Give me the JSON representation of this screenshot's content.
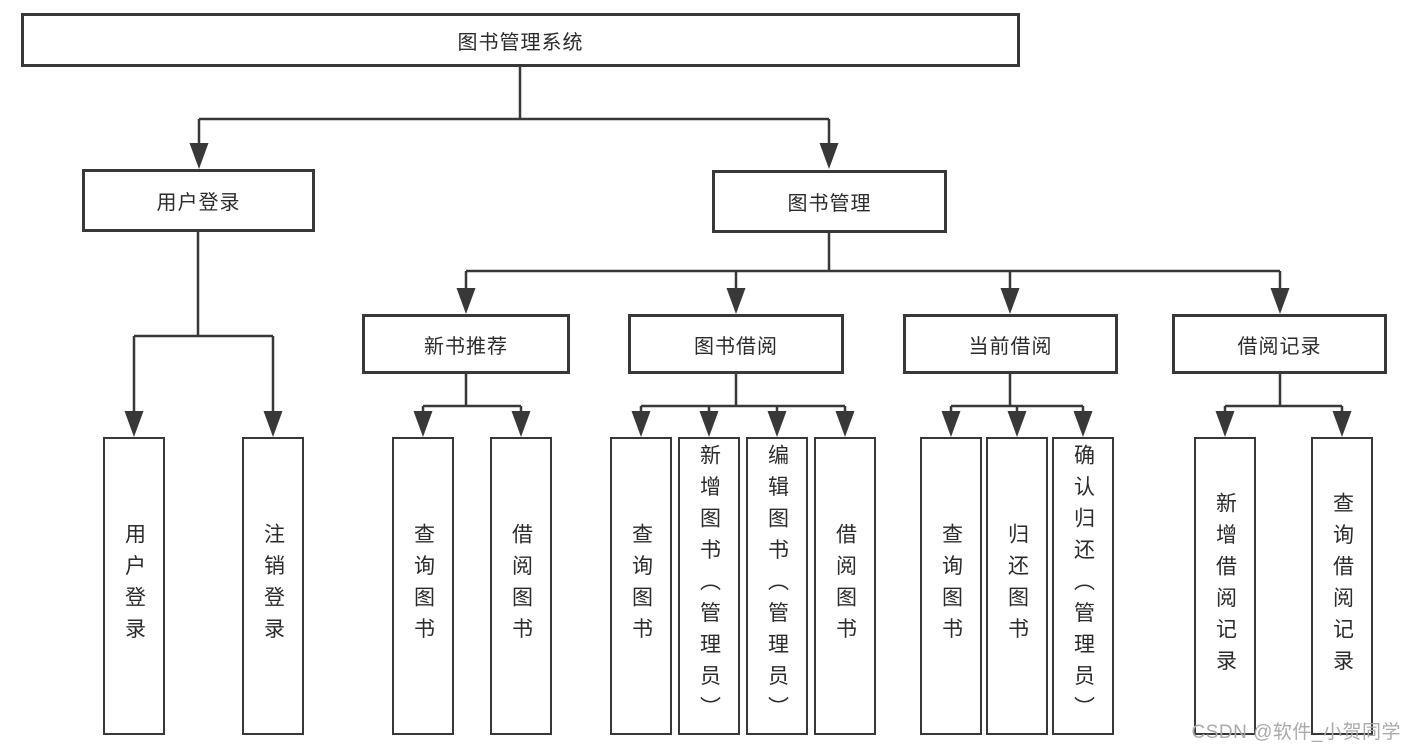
{
  "tree": {
    "root": {
      "label": "图书管理系统",
      "children": [
        {
          "label": "用户登录",
          "children": [
            {
              "label": "用户登录"
            },
            {
              "label": "注销登录"
            }
          ]
        },
        {
          "label": "图书管理",
          "children": [
            {
              "label": "新书推荐",
              "children": [
                {
                  "label": "查询图书"
                },
                {
                  "label": "借阅图书"
                }
              ]
            },
            {
              "label": "图书借阅",
              "children": [
                {
                  "label": "查询图书"
                },
                {
                  "label": "新增图书（管理员）"
                },
                {
                  "label": "编辑图书（管理员）"
                },
                {
                  "label": "借阅图书"
                }
              ]
            },
            {
              "label": "当前借阅",
              "children": [
                {
                  "label": "查询图书"
                },
                {
                  "label": "归还图书"
                },
                {
                  "label": "确认归还（管理员）"
                }
              ]
            },
            {
              "label": "借阅记录",
              "children": [
                {
                  "label": "新增借阅记录"
                },
                {
                  "label": "查询借阅记录"
                }
              ]
            }
          ]
        }
      ]
    }
  },
  "watermark": "CSDN @软件_小贺同学",
  "colors": {
    "line": "#383838",
    "text": "#2b2b2b",
    "background": "#ffffff",
    "watermark": "#a9a9a9"
  }
}
